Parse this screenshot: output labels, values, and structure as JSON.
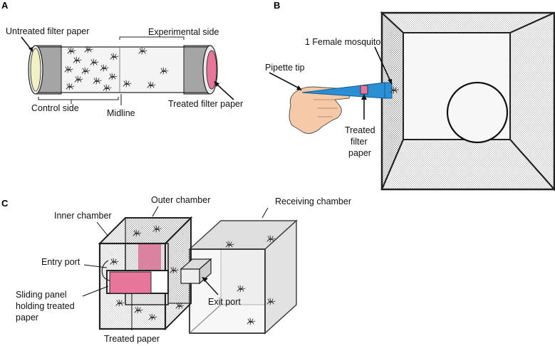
{
  "panels": {
    "a": {
      "letter": "A",
      "labels": {
        "untreated_filter_paper": "Untreated filter paper",
        "experimental_side": "Experimental side",
        "control_side": "Control side",
        "midline": "Midline",
        "treated_filter_paper": "Treated filter paper"
      }
    },
    "b": {
      "letter": "B",
      "labels": {
        "female_mosquito": "1 Female mosquito",
        "pipette_tip": "Pipette tip",
        "treated_filter_paper_lines": [
          "Treated",
          "filter",
          "paper"
        ]
      }
    },
    "c": {
      "letter": "C",
      "labels": {
        "outer_chamber": "Outer chamber",
        "receiving_chamber": "Receiving chamber",
        "inner_chamber": "Inner chamber",
        "entry_port": "Entry port",
        "sliding_panel_lines": [
          "Sliding panel",
          "holding treated",
          "paper"
        ],
        "exit_port": "Exit port",
        "treated_paper": "Treated paper"
      }
    }
  },
  "colors": {
    "treated_pink": "#e8769a",
    "untreated_yellow": "#f3f1c4",
    "pipette_blue": "#2a8fd4",
    "skin": "#f6c9a8",
    "mesh": "#555555"
  }
}
